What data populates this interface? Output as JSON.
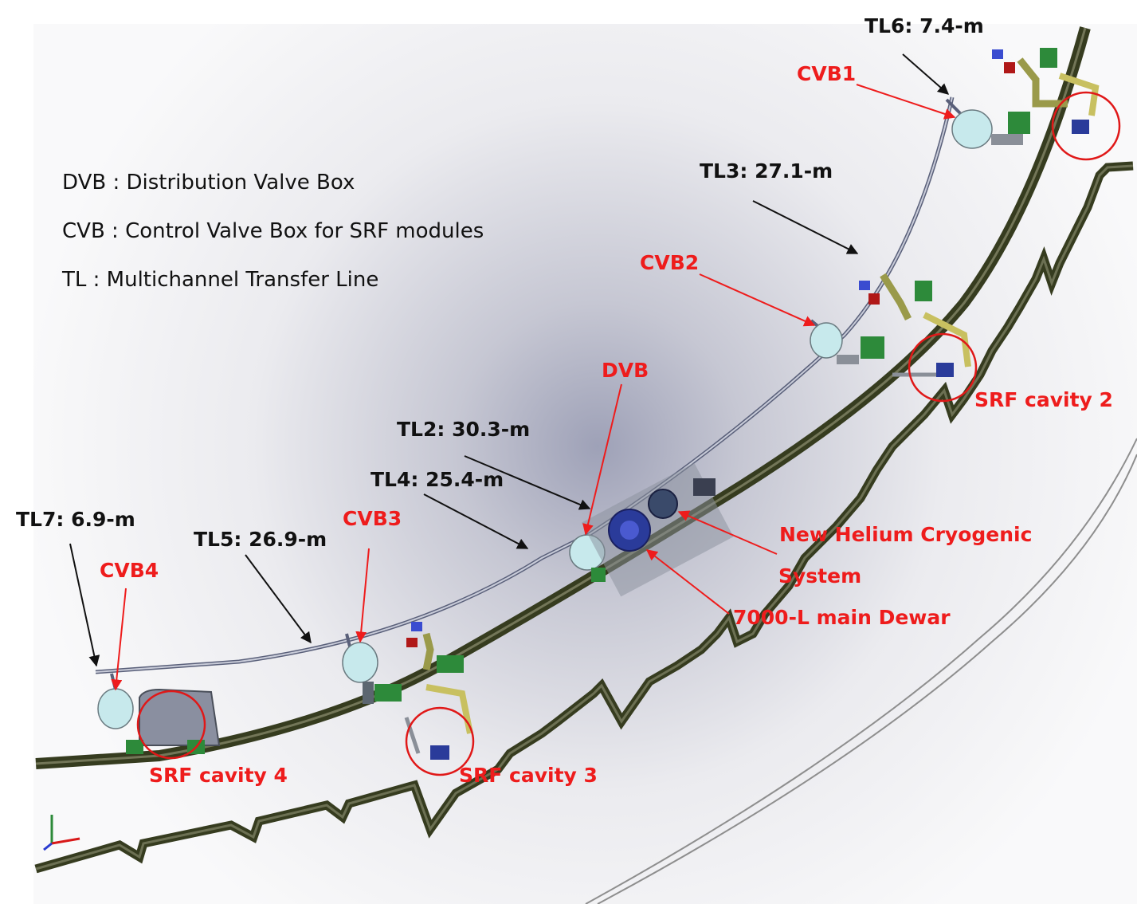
{
  "legend": {
    "dvb": "DVB : Distribution Valve Box",
    "cvb": "CVB : Control Valve Box for SRF modules",
    "tl": "TL : Multichannel Transfer Line"
  },
  "transfer_lines": {
    "tl6": "TL6: 7.4-m",
    "tl3": "TL3: 27.1-m",
    "tl2": "TL2: 30.3-m",
    "tl4": "TL4: 25.4-m",
    "tl7": "TL7: 6.9-m",
    "tl5": "TL5: 26.9-m"
  },
  "valve_boxes": {
    "cvb1": "CVB1",
    "cvb2": "CVB2",
    "cvb3": "CVB3",
    "cvb4": "CVB4",
    "dvb": "DVB"
  },
  "components": {
    "helium_line1": "New Helium Cryogenic",
    "helium_line2": "System",
    "dewar": "7000-L main Dewar",
    "srf2": "SRF cavity 2",
    "srf3": "SRF cavity 3",
    "srf4": "SRF cavity 4"
  },
  "colors": {
    "wall": "#363c1f",
    "annotation_red": "#ee1c1c",
    "valve_box_fill": "#c7e9ec",
    "module_green": "#2d8a3a",
    "cavity_blue": "#2a3b9a"
  }
}
